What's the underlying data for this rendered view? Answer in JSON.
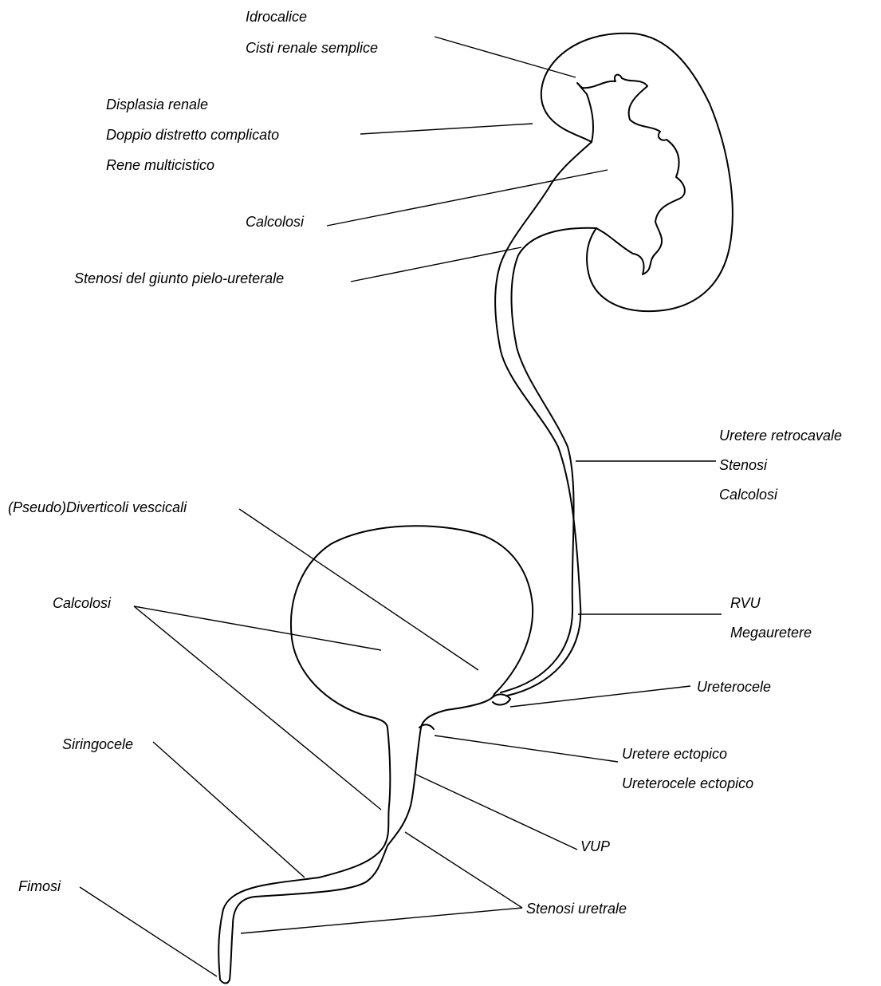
{
  "labels": {
    "idrocalice": "Idrocalice",
    "cisti": "Cisti renale semplice",
    "displasia": "Displasia renale",
    "doppio": "Doppio distretto complicato",
    "multicistico": "Rene multicistico",
    "calcolosi_renale": "Calcolosi",
    "stenosi_giunto": "Stenosi del giunto pielo-ureterale",
    "uretere_retrocavale": "Uretere retrocavale",
    "stenosi_ureterale": "Stenosi",
    "calcolosi_ureterale": "Calcolosi",
    "diverticoli": "(Pseudo)Diverticoli vescicali",
    "calcolosi_vescicale": "Calcolosi",
    "rvu": "RVU",
    "megauretere": "Megauretere",
    "ureterocele": "Ureterocele",
    "uretere_ectopico": "Uretere ectopico",
    "ureterocele_ectopico": "Ureterocele ectopico",
    "vup": "VUP",
    "siringocele": "Siringocele",
    "fimosi": "Fimosi",
    "stenosi_uretrale": "Stenosi uretrale"
  },
  "colors": {
    "stroke": "#000000",
    "background": "#ffffff"
  }
}
